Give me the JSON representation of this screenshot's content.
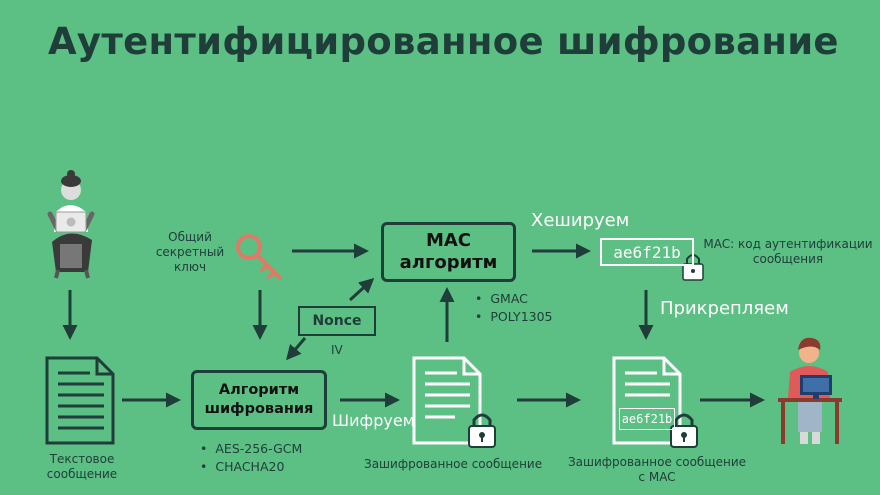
{
  "title": "Аутентифицированное шифрование",
  "nodes": {
    "shared_key": "Общий\nсекретный\nключ",
    "mac_algorithm": "MAC\nалгоритм",
    "nonce": "Nonce",
    "iv": "IV",
    "encryption_algorithm": "Алгоритм\nшифрования",
    "plaintext": "Текстовое\nсообщение",
    "ciphertext": "Зашифрованное сообщение",
    "ciphertext_mac": "Зашифрованное сообщение\nс MAC",
    "mac_value": "ae6f21b",
    "mac_label": "MAC: код аутентификации\nсообщения"
  },
  "edges": {
    "hash": "Хешируем",
    "attach": "Прикрепляем",
    "encrypt": "Шифруем"
  },
  "mac_algorithms": [
    "GMAC",
    "POLY1305"
  ],
  "encryption_algorithms": [
    "AES-256-GCM",
    "CHACHA20"
  ],
  "colors": {
    "background": "#5cbf83",
    "dark": "#1f3e3a",
    "key": "#e07a66",
    "white": "#ffffff"
  },
  "icons": [
    "user-icon",
    "key-icon",
    "document-icon",
    "lock-icon",
    "recipient-icon"
  ]
}
